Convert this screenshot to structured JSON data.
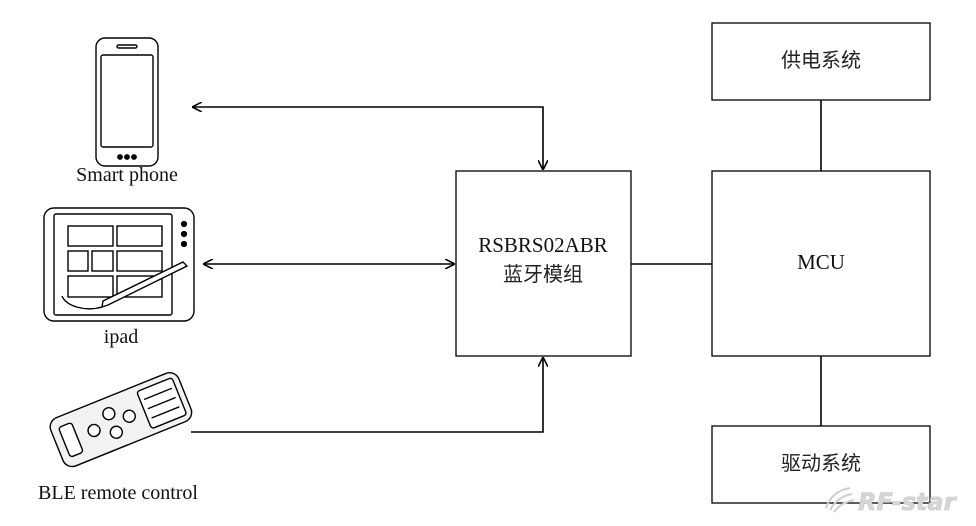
{
  "devices": {
    "phone": {
      "label": "Smart phone"
    },
    "tablet": {
      "label": "ipad"
    },
    "remote": {
      "label": "BLE remote control"
    }
  },
  "blocks": {
    "ble_module": {
      "line1": "RSBRS02ABR",
      "line2": "蓝牙模组"
    },
    "mcu": {
      "label": "MCU"
    },
    "power": {
      "label": "供电系统"
    },
    "drive": {
      "label": "驱动系统"
    }
  },
  "watermark": {
    "text": "RF-star"
  },
  "colors": {
    "stroke": "#000000",
    "watermark": "#d4d4d4"
  }
}
